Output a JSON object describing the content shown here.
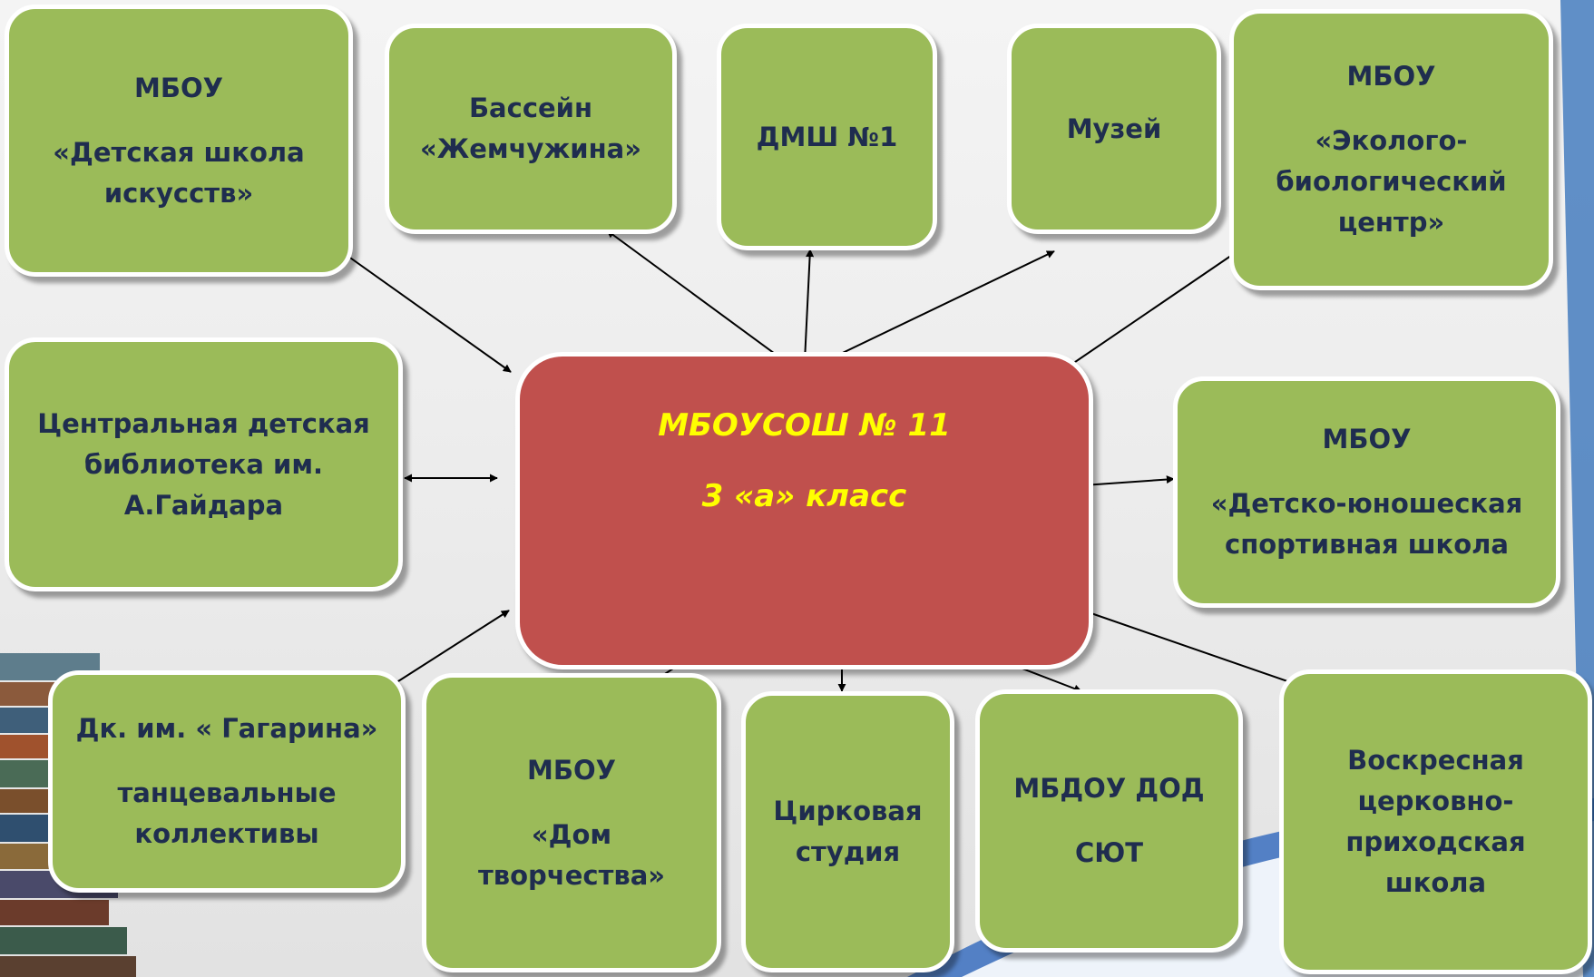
{
  "center": {
    "line1": "МБОУСОШ № 11",
    "line2": "3 «а» класс"
  },
  "nodes": {
    "dshi": {
      "line1": "МБОУ",
      "line2": "«Детская школа",
      "line3": "искусств»"
    },
    "pool": {
      "line1": "Бассейн",
      "line2": "«Жемчужина»"
    },
    "dmsh": {
      "line1": "ДМШ №1"
    },
    "museum": {
      "line1": "Музей"
    },
    "ebc": {
      "line1": "МБОУ",
      "line2": "«Эколого-",
      "line3": "биологический",
      "line4": "центр»"
    },
    "library": {
      "line1": "Центральная детская",
      "line2": "библиотека им.",
      "line3": "А.Гайдара"
    },
    "sport": {
      "line1": "МБОУ",
      "line2": "«Детско-юношеская",
      "line3": "спортивная школа"
    },
    "gagarin": {
      "line1": "Дк. им. « Гагарина»",
      "line2": "танцевальные",
      "line3": "коллективы"
    },
    "house": {
      "line1": "МБОУ",
      "line2": "«Дом",
      "line3": "творчества»"
    },
    "circus": {
      "line1": "Цирковая",
      "line2": "студия"
    },
    "syut": {
      "line1": "МБДОУ ДОД",
      "line2": "СЮТ"
    },
    "sunday": {
      "line1": "Воскресная",
      "line2": "церковно-",
      "line3": "приходская",
      "line4": "школа"
    }
  },
  "colors": {
    "node_fill": "#9bbb59",
    "center_fill": "#c0504d",
    "center_text": "#ffff00",
    "node_text": "#1f2d4f",
    "connector": "#000000"
  }
}
